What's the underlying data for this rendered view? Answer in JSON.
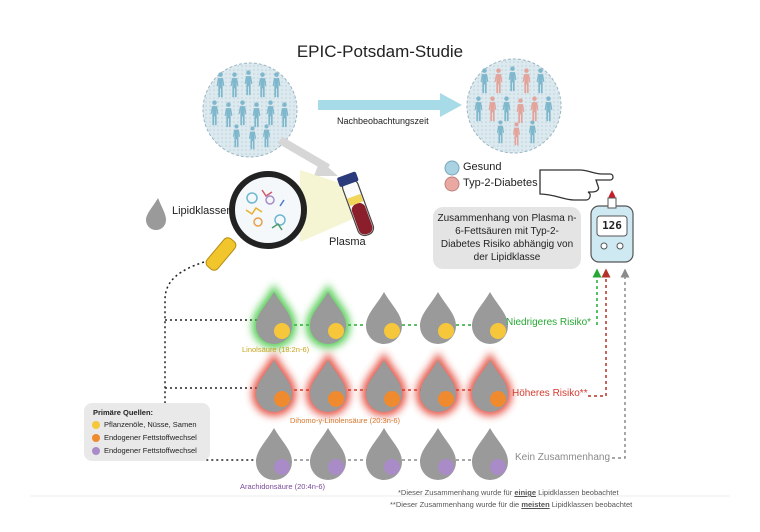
{
  "title": "EPIC-Potsdam-Studie",
  "followup_label": "Nachbeobachtungszeit",
  "status_legend": [
    {
      "label": "Gesund",
      "color": "#a9d3e3"
    },
    {
      "label": "Typ-2-Diabetes",
      "color": "#e9a9a2"
    }
  ],
  "lipid_classes_label": "Lipidklassen",
  "plasma_label": "Plasma",
  "info_text": "Zusammenhang von Plasma n-6-Fettsäuren mit Typ-2-Diabetes Risiko abhängig von der Lipidklasse",
  "glucometer_value": "126",
  "rows": [
    {
      "fatty_acid": "Linolsäure (18:2n-6)",
      "result": "Niedrigeres Risiko*",
      "result_color": "#27a834",
      "acid_color": "#f6c73a",
      "label_color": "#c9a21a",
      "highlight": "green",
      "highlighted_count": 2
    },
    {
      "fatty_acid": "Dihomo-γ-Linolensäure (20:3n-6)",
      "result": "Höheres Risiko**",
      "result_color": "#d23a2e",
      "acid_color": "#f08a2e",
      "label_color": "#d5762a",
      "highlight": "red",
      "highlighted_count": 5
    },
    {
      "fatty_acid": "Arachidonsäure (20:4n-6)",
      "result": "Kein Zusammenhang",
      "result_color": "#8a8a8a",
      "acid_color": "#a98bc8",
      "label_color": "#7a4a9a",
      "highlight": "none",
      "highlighted_count": 0
    }
  ],
  "sources_title": "Primäre Quellen:",
  "sources": [
    {
      "label": "Pflanzenöle, Nüsse, Samen",
      "color": "#f6c73a"
    },
    {
      "label": "Endogener Fettstoffwechsel",
      "color": "#f08a2e"
    },
    {
      "label": "Endogener Fettstoffwechsel",
      "color": "#a98bc8"
    }
  ],
  "footnote1": {
    "prefix": "*Dieser Zusammenhang wurde für ",
    "emph": "einige",
    "suffix": " Lipidklassen beobachtet"
  },
  "footnote2": {
    "prefix": "**Dieser Zusammenhang wurde für die ",
    "emph": "meisten",
    "suffix": " Lipidklassen beobachtet"
  },
  "colors": {
    "drop": "#9a9a9a",
    "arrow": "#a8dbe8",
    "grey_arrow": "#d4d4d4",
    "plasma_tube": "#8b1e2b"
  }
}
